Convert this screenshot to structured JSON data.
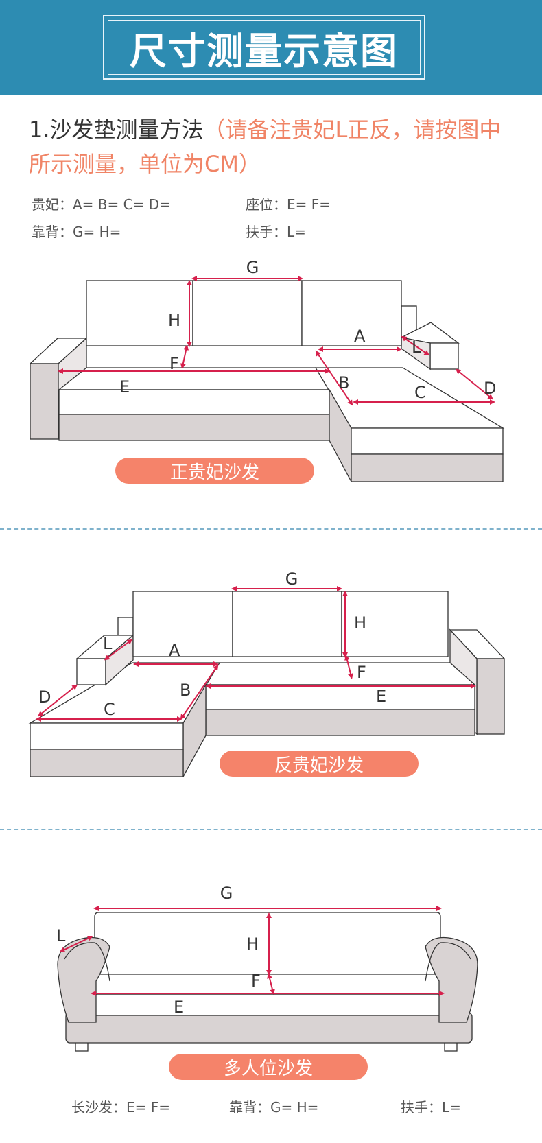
{
  "header": {
    "title": "尺寸测量示意图"
  },
  "section1": {
    "heading_main": "1.沙发垫测量方法",
    "heading_note": "（请备注贵妃L正反，请按图中所示测量，单位为CM）",
    "fields": {
      "guifei": "贵妃：A=    B=   C=   D=",
      "seat": "座位：E=    F=",
      "back": "靠背：G=    H=",
      "arm": "扶手：L="
    }
  },
  "diagram1": {
    "pill": "正贵妃沙发",
    "labels": {
      "g": "G",
      "h": "H",
      "f": "F",
      "e": "E",
      "a": "A",
      "l": "L",
      "b": "B",
      "c": "C",
      "d": "D"
    }
  },
  "diagram2": {
    "pill": "反贵妃沙发",
    "labels": {
      "g": "G",
      "h": "H",
      "f": "F",
      "e": "E",
      "a": "A",
      "l": "L",
      "b": "B",
      "c": "C",
      "d": "D"
    }
  },
  "diagram3": {
    "pill": "多人位沙发",
    "labels": {
      "g": "G",
      "h": "H",
      "f": "F",
      "e": "E",
      "l": "L"
    }
  },
  "bottom_fields": {
    "long": "长沙发：E=    F=",
    "back": "靠背：G=    H=",
    "arm": "扶手：L="
  },
  "colors": {
    "header": "#2d8cb2",
    "accent": "#f5836a",
    "arrow": "#d6204c",
    "body": "#d9d3d3"
  }
}
